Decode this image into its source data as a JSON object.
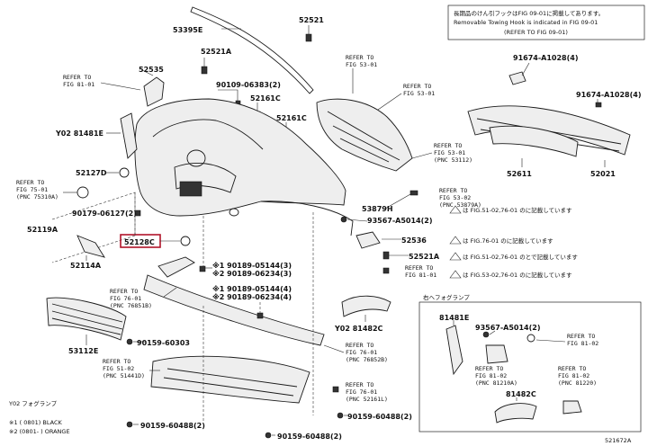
{
  "notice": {
    "line1": "長期品のけん引フックはFIG 09-01に掲載してあります。",
    "line2": "Removable Towing Hook is indicated in FIG 09-01",
    "line3": "(REFER TO FIG 09-01)"
  },
  "labels": {
    "p52521a": "52521",
    "p53395e": "53395E",
    "p52521b": "52521A",
    "p52535": "52535",
    "p90109": "90109-06383(2)",
    "p52161a": "52161C",
    "p52161b": "52161C",
    "p81481": "Y02 81481E",
    "p52127": "52127D",
    "p90179": "90179-06127(2)",
    "p52119": "52119A",
    "p52128": "52128C",
    "p52114": "52114A",
    "p53879": "53879H",
    "p93567a": "93567-A5014(2)",
    "p52536": "52536",
    "p52521c": "52521A",
    "p53112": "53112E",
    "p90159a": "90159-60303",
    "p90189a": "※1 90189-05144(3)",
    "p90189b": "※2 90189-06234(3)",
    "p90189c": "※1 90189-05144(4)",
    "p90189d": "※2 90189-06234(4)",
    "p82c": "Y02 81482C",
    "p90159b": "90159-60488(2)",
    "p90159c": "90159-60488(2)",
    "p90159d": "90159-60488(2)",
    "p91674a": "91674-A1028(4)",
    "p91674b": "91674-A1028(4)",
    "p52611": "52611",
    "p52021": "52021",
    "fog_81481": "81481E",
    "fog_93567": "93567-A5014(2)",
    "fog_81482": "81482C",
    "fog_title": "右ヘフォグランプ",
    "legend_y02": "Y02 フォグランプ",
    "legend1": "※1 (  0801)  BLACK",
    "legend2": "※2 (0801-  )  ORANGE",
    "diagram_id": "521672A"
  },
  "refs": {
    "r8101": [
      "REFER TO",
      "FIG 81-01"
    ],
    "r7501": [
      "REFER TO",
      "FIG 75-01",
      "(PNC 75310A)"
    ],
    "r5301a": [
      "REFER TO",
      "FIG 53-01"
    ],
    "r5301b": [
      "REFER TO",
      "FIG 53-01"
    ],
    "r5301c": [
      "REFER TO",
      "FIG 53-01",
      "(PNC 53112)"
    ],
    "r5302": [
      "REFER TO",
      "FIG 53-02",
      "(PNC 53879A)"
    ],
    "r8101b": [
      "REFER TO",
      "FIG 81-01"
    ],
    "r7601a": [
      "REFER TO",
      "FIG 76-01",
      "(PNC 76851B)"
    ],
    "r5102": [
      "REFER TO",
      "FIG 51-02",
      "(PNC 51441D)"
    ],
    "r7601b": [
      "REFER TO",
      "FIG 76-01",
      "(PNC 76852B)"
    ],
    "r7601c": [
      "REFER TO",
      "FIG 76-01",
      "(PNC 52161L)"
    ],
    "rfog1": [
      "REFER TO",
      "FIG 81-02"
    ],
    "rfog2": [
      "REFER TO",
      "FIG 81-02",
      "(PNC 81210A)"
    ],
    "rfog3": [
      "REFER TO",
      "FIG 81-02",
      "(PNC 81220)"
    ]
  },
  "notes": {
    "n1": "は FIG.51-02,76-01 のに記載しています",
    "n2": "は FIG.76-01 のに記載しています",
    "n3": "は FIG.51-02,76-01 のとで記載しています",
    "n4": "は FIG.53-02,76-01 のに記載しています"
  },
  "colors": {
    "highlight": "#b0142a",
    "ink": "#1a1a1a"
  }
}
